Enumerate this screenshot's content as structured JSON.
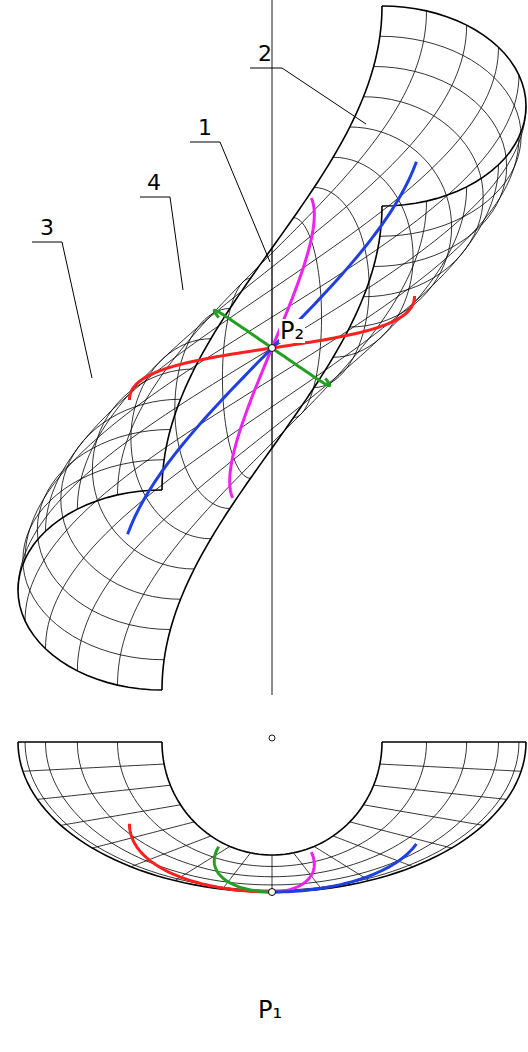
{
  "diagram": {
    "labels": [
      "1",
      "2",
      "3",
      "4",
      "P₂",
      "P₁"
    ]
  }
}
